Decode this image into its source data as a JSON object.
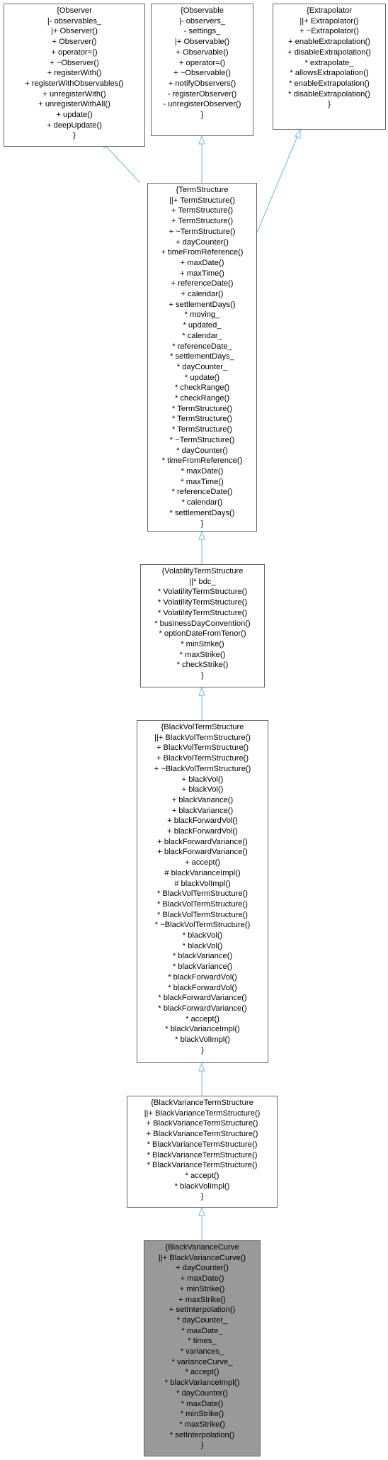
{
  "colors": {
    "edge": "#63b8ff",
    "box_border": "#666666",
    "box_fill": "#ffffff",
    "highlight_fill": "#999999"
  },
  "nodes": {
    "observer": {
      "lines": [
        "{Observer",
        "|- observables_",
        "|+ Observer()",
        "+ Observer()",
        "+ operator=()",
        "+ ~Observer()",
        "+ registerWith()",
        "+ registerWithObservables()",
        "+ unregisterWith()",
        "+ unregisterWithAll()",
        "+ update()",
        "+ deepUpdate()",
        "}"
      ]
    },
    "observable": {
      "lines": [
        "{Observable",
        "|- observers_",
        "- settings_",
        "|+ Observable()",
        "+ Observable()",
        "+ operator=()",
        "+ ~Observable()",
        "+ notifyObservers()",
        "- registerObserver()",
        "- unregisterObserver()",
        "}"
      ]
    },
    "extrapolator": {
      "lines": [
        "{Extrapolator",
        "||+ Extrapolator()",
        "+ ~Extrapolator()",
        "+ enableExtrapolation()",
        "+ disableExtrapolation()",
        "* extrapolate_",
        "* allowsExtrapolation()",
        "* enableExtrapolation()",
        "* disableExtrapolation()",
        "}"
      ]
    },
    "term_structure": {
      "lines": [
        "{TermStructure",
        "||+ TermStructure()",
        "+ TermStructure()",
        "+ TermStructure()",
        "+ ~TermStructure()",
        "+ dayCounter()",
        "+ timeFromReference()",
        "+ maxDate()",
        "+ maxTime()",
        "+ referenceDate()",
        "+ calendar()",
        "+ settlementDays()",
        "* moving_",
        "* updated_",
        "* calendar_",
        "* referenceDate_",
        "* settlementDays_",
        "* dayCounter_",
        "* update()",
        "* checkRange()",
        "* checkRange()",
        "* TermStructure()",
        "* TermStructure()",
        "* TermStructure()",
        "* ~TermStructure()",
        "* dayCounter()",
        "* timeFromReference()",
        "* maxDate()",
        "* maxTime()",
        "* referenceDate()",
        "* calendar()",
        "* settlementDays()",
        "}"
      ]
    },
    "volatility_term_structure": {
      "lines": [
        "{VolatilityTermStructure",
        "||* bdc_",
        "* VolatilityTermStructure()",
        "* VolatilityTermStructure()",
        "* VolatilityTermStructure()",
        "* businessDayConvention()",
        "* optionDateFromTenor()",
        "* minStrike()",
        "* maxStrike()",
        "* checkStrike()",
        "}"
      ]
    },
    "black_vol_term_structure": {
      "lines": [
        "{BlackVolTermStructure",
        "||+ BlackVolTermStructure()",
        "+ BlackVolTermStructure()",
        "+ BlackVolTermStructure()",
        "+ ~BlackVolTermStructure()",
        "+ blackVol()",
        "+ blackVol()",
        "+ blackVariance()",
        "+ blackVariance()",
        "+ blackForwardVol()",
        "+ blackForwardVol()",
        "+ blackForwardVariance()",
        "+ blackForwardVariance()",
        "+ accept()",
        "# blackVarianceImpl()",
        "# blackVolImpl()",
        "* BlackVolTermStructure()",
        "* BlackVolTermStructure()",
        "* BlackVolTermStructure()",
        "* ~BlackVolTermStructure()",
        "* blackVol()",
        "* blackVol()",
        "* blackVariance()",
        "* blackVariance()",
        "* blackForwardVol()",
        "* blackForwardVol()",
        "* blackForwardVariance()",
        "* blackForwardVariance()",
        "* accept()",
        "* blackVarianceImpl()",
        "* blackVolImpl()",
        "}"
      ]
    },
    "black_variance_term_structure": {
      "lines": [
        "{BlackVarianceTermStructure",
        "||+ BlackVarianceTermStructure()",
        "+ BlackVarianceTermStructure()",
        "+ BlackVarianceTermStructure()",
        "* BlackVarianceTermStructure()",
        "* BlackVarianceTermStructure()",
        "* BlackVarianceTermStructure()",
        "* accept()",
        "* blackVolImpl()",
        "}"
      ]
    },
    "black_variance_curve": {
      "lines": [
        "{BlackVarianceCurve",
        "||+ BlackVarianceCurve()",
        "+ dayCounter()",
        "+ maxDate()",
        "+ minStrike()",
        "+ maxStrike()",
        "+ setInterpolation()",
        "* dayCounter_",
        "* maxDate_",
        "* times_",
        "* variances_",
        "* varianceCurve_",
        "* accept()",
        "* blackVarianceImpl()",
        "* dayCounter()",
        "* maxDate()",
        "* minStrike()",
        "* maxStrike()",
        "* setInterpolation()",
        "}"
      ]
    }
  }
}
